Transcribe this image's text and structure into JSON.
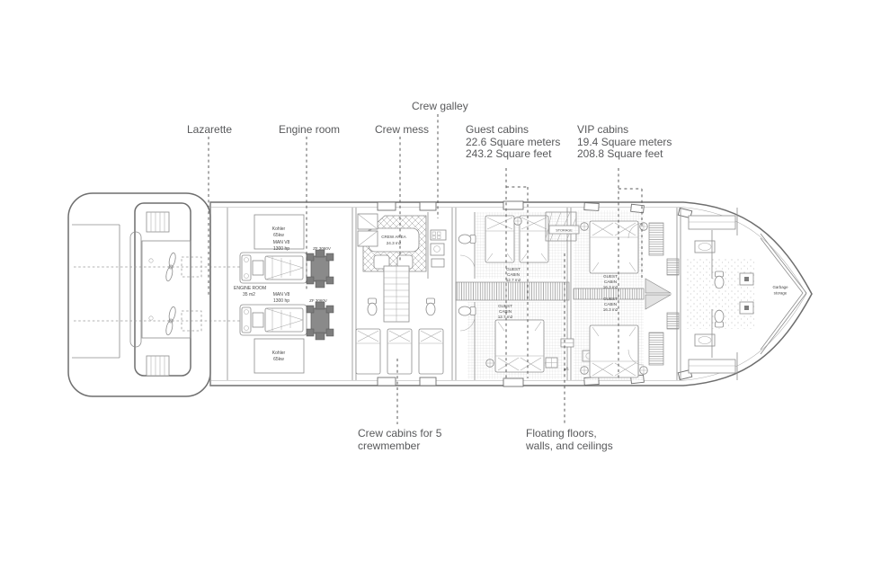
{
  "colors": {
    "line": "#6e6e6e",
    "label": "#58595b"
  },
  "callouts": {
    "lazarette": "Lazarette",
    "engine_room": "Engine room",
    "crew_mess": "Crew mess",
    "crew_galley": "Crew galley",
    "guest_cabins": {
      "title": "Guest cabins",
      "metric": "22.6 Square meters",
      "imperial": "243.2 Square feet"
    },
    "vip_cabins": {
      "title": "VIP cabins",
      "metric": "19.4 Square meters",
      "imperial": "208.8 Square feet"
    },
    "crew_cabins": {
      "line1": "Crew cabins for 5",
      "line2": "crewmember"
    },
    "floating_floors": {
      "line1": "Floating floors,",
      "line2": "walls, and ceilings"
    }
  },
  "plan": {
    "engine_room": {
      "name": "ENGINE ROOM",
      "area": "35 m2"
    },
    "generator": {
      "brand": "Kohler",
      "power": "65kw"
    },
    "engine": {
      "model": "MAN V8",
      "power": "1300 hp"
    },
    "gearbox": {
      "model": "ZF 3060V"
    },
    "crew_area": {
      "name": "CREW AREA",
      "area": "24.3 m2"
    },
    "storage": "STORAGE",
    "guest_cabin": {
      "word1": "GUEST",
      "word2": "CABIN",
      "area": "12.7 m2"
    },
    "vip_cabin": {
      "word1": "GUEST",
      "word2": "CABIN",
      "area": "16.3 m2"
    },
    "ac": "a/c",
    "garbage": {
      "word1": "Garbage",
      "word2": "storage"
    }
  }
}
